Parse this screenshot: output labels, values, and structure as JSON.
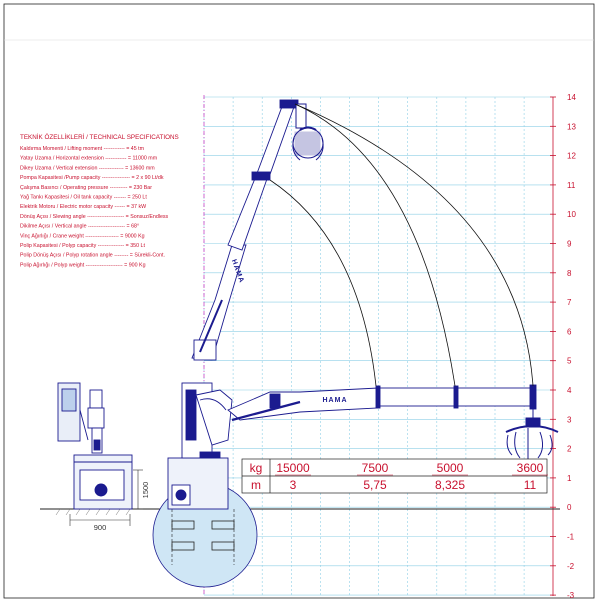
{
  "specs": {
    "title": "TEKNİK ÖZELLİKLERİ / TECHNICAL SPECIFICATIONS",
    "lines": [
      "Kaldırma Momenti / Lifting moment ------------ = 45 tm",
      "Yatay Uzama / Horizontal extension ------------ = 11000 mm",
      "Dikey Uzama / Vertical extension -------------- = 13600 mm",
      "Pompa Kapasitesi /Pump capacity ---------------- = 2 x 90 Lt/dk",
      "Çalışma Basıncı / Operating pressure ---------- = 230 Bar",
      "Yağ Tankı Kapasitesi / Oil tank capacity ------- = 250 Lt",
      "Elektrik Motoru / Electric motor capacity ------ = 37 kW",
      "Dönüş Açısı / Slewing angle --------------------- = Sonsuz/Endless",
      "Dikilme Açısı / Vertical angle --------------------- = 68°",
      "Vinç Ağırlığı / Crane weight ------------------- = 9000 Kg",
      "Polip Kapasitesi / Polyp capacity --------------- = 350 Lt",
      "Polip Dönüş Açısı / Polyp rotation angle -------- = Sürekli-Cont.",
      "Polip Ağırlığı / Polyp weight --------------------- = 900 Kg"
    ]
  },
  "scale_labels": [
    "14",
    "13",
    "12",
    "11",
    "10",
    "9",
    "8",
    "7",
    "6",
    "5",
    "4",
    "3",
    "2",
    "1",
    "0",
    "-1",
    "-2",
    "-3"
  ],
  "load_table": {
    "kg_label": "kg",
    "m_label": "m",
    "kg": [
      "15000",
      "7500",
      "5000",
      "3600"
    ],
    "m": [
      "3",
      "5,75",
      "8,325",
      "11"
    ]
  },
  "dimensions": {
    "base_width": "900",
    "base_height": "1500"
  },
  "brand": "HAMA",
  "colors": {
    "grid": "#8ecfe6",
    "accent": "#c8102e",
    "crane": "#1b1b8f",
    "foundation": "#cfe6f5"
  }
}
